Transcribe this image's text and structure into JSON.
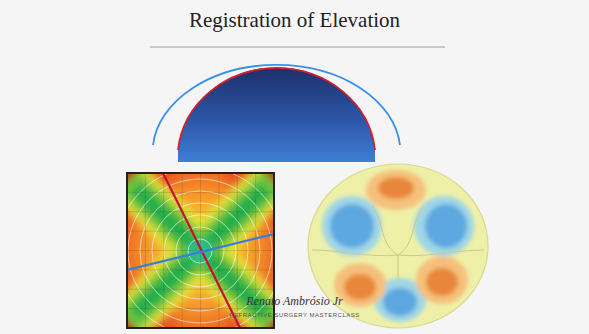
{
  "diagram": {
    "title": "Registration of Elevation",
    "labels": [
      "Renato Ambrósio Jr",
      "REFRACTIVE SURGERY MASTERCLASS"
    ]
  }
}
